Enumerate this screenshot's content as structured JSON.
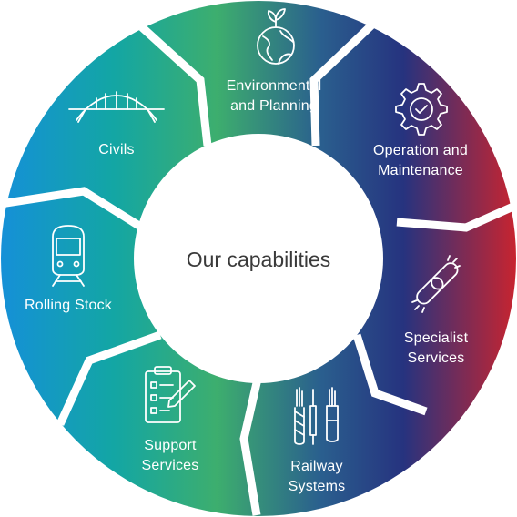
{
  "center": {
    "title": "Our capabilities"
  },
  "segments": [
    {
      "id": "environmental",
      "line1": "Environmental",
      "line2": "and Planning",
      "icon": "globe-plant-icon"
    },
    {
      "id": "operation",
      "line1": "Operation and",
      "line2": "Maintenance",
      "icon": "gear-check-icon"
    },
    {
      "id": "specialist",
      "line1": "Specialist",
      "line2": "Services",
      "icon": "chain-link-icon"
    },
    {
      "id": "railway",
      "line1": "Railway",
      "line2": "Systems",
      "icon": "cables-icon"
    },
    {
      "id": "support",
      "line1": "Support",
      "line2": "Services",
      "icon": "clipboard-checklist-icon"
    },
    {
      "id": "rolling",
      "line1": "Rolling Stock",
      "line2": "",
      "icon": "train-icon"
    },
    {
      "id": "civils",
      "line1": "Civils",
      "line2": "",
      "icon": "bridge-icon"
    }
  ],
  "colors": {
    "teal": "#14a3a0",
    "green": "#3fae6e",
    "blue": "#1c8ad1",
    "navy": "#27357f",
    "red": "#c72733"
  }
}
